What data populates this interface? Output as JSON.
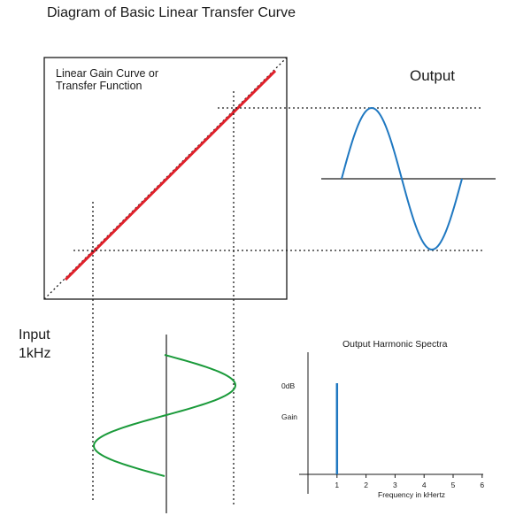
{
  "title": "Diagram of Basic Linear Transfer Curve",
  "transfer_box": {
    "label_line1": "Linear Gain Curve or",
    "label_line2": "Transfer Function"
  },
  "output_label": "Output",
  "input_label": {
    "line1": "Input",
    "line2": "1kHz"
  },
  "spectrum": {
    "title": "Output Harmonic Spectra",
    "y_label_top": "0dB",
    "y_label_gain": "Gain",
    "x_ticks": [
      "1",
      "2",
      "3",
      "4",
      "5",
      "6"
    ],
    "x_label": "Frequency in kHertz",
    "harmonics": [
      {
        "frequency_khz": 1,
        "level": 1.0
      }
    ]
  },
  "colors": {
    "transfer_curve": "#e0202a",
    "output_wave": "#1f78c1",
    "input_wave": "#1a9a3a",
    "spectrum_bar": "#1f78c1",
    "lines": "#1a1a1a"
  }
}
